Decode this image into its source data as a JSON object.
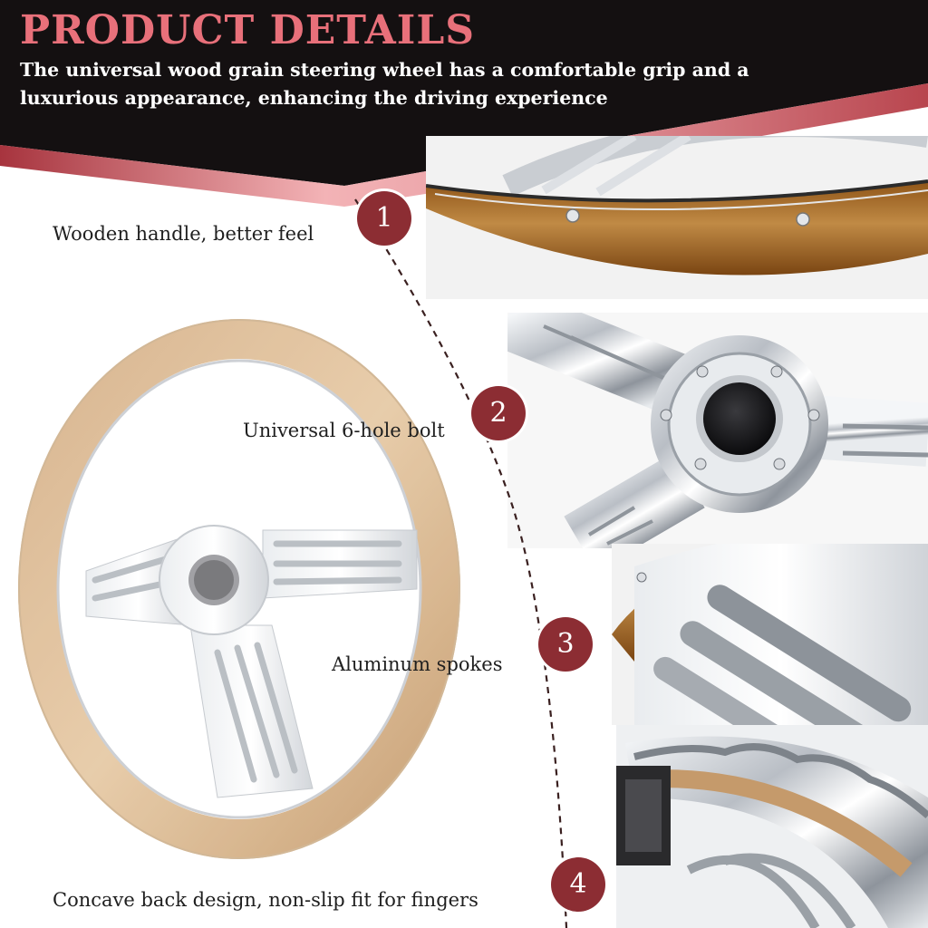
{
  "header": {
    "title": "PRODUCT DETAILS",
    "description": "The universal wood grain steering wheel has a comfortable grip and a luxurious appearance, enhancing the driving experience"
  },
  "features": [
    {
      "number": "1",
      "label": "Wooden handle, better feel"
    },
    {
      "number": "2",
      "label": "Universal 6-hole bolt"
    },
    {
      "number": "3",
      "label": "Aluminum spokes"
    },
    {
      "number": "4",
      "label": "Concave back design, non-slip fit for fingers"
    }
  ],
  "colors": {
    "header_bg": "#141011",
    "title": "#e8707a",
    "accent_pink": "#f2a7ab",
    "badge": "#8c2d33",
    "wood": "#b07a3a",
    "chrome": "#d9dde2"
  }
}
